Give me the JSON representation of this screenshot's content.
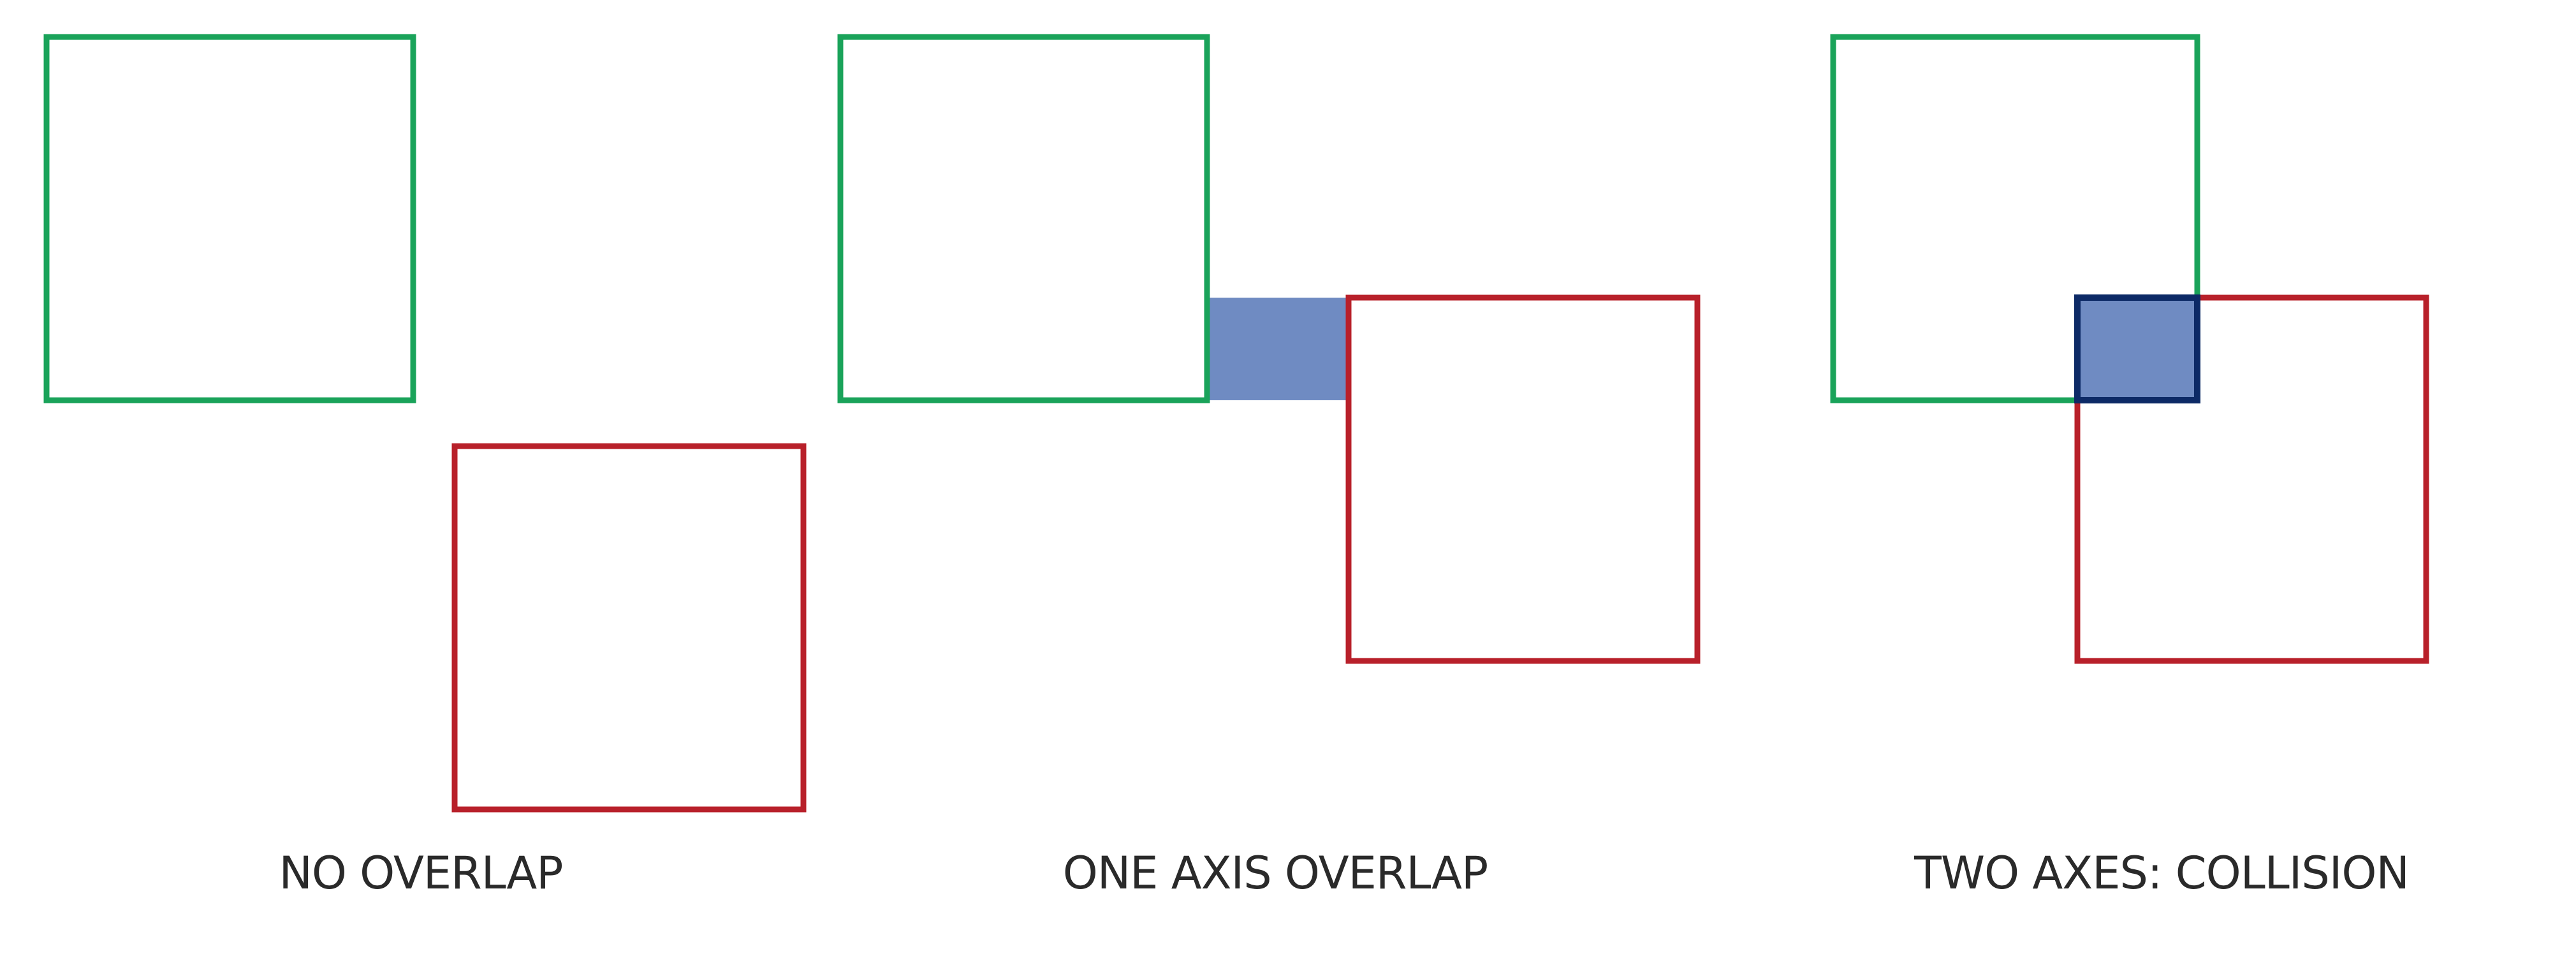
{
  "colors": {
    "box_a": "#1aa35a",
    "box_b": "#b8202a",
    "overlap_fill": "#6f8bc2",
    "overlap_stroke": "#0d2a66",
    "label_text": "#2a2a2a",
    "background": "#ffffff"
  },
  "panels": [
    {
      "label": "NO OVERLAP"
    },
    {
      "label": "ONE AXIS OVERLAP"
    },
    {
      "label": "TWO AXES: COLLISION"
    }
  ]
}
